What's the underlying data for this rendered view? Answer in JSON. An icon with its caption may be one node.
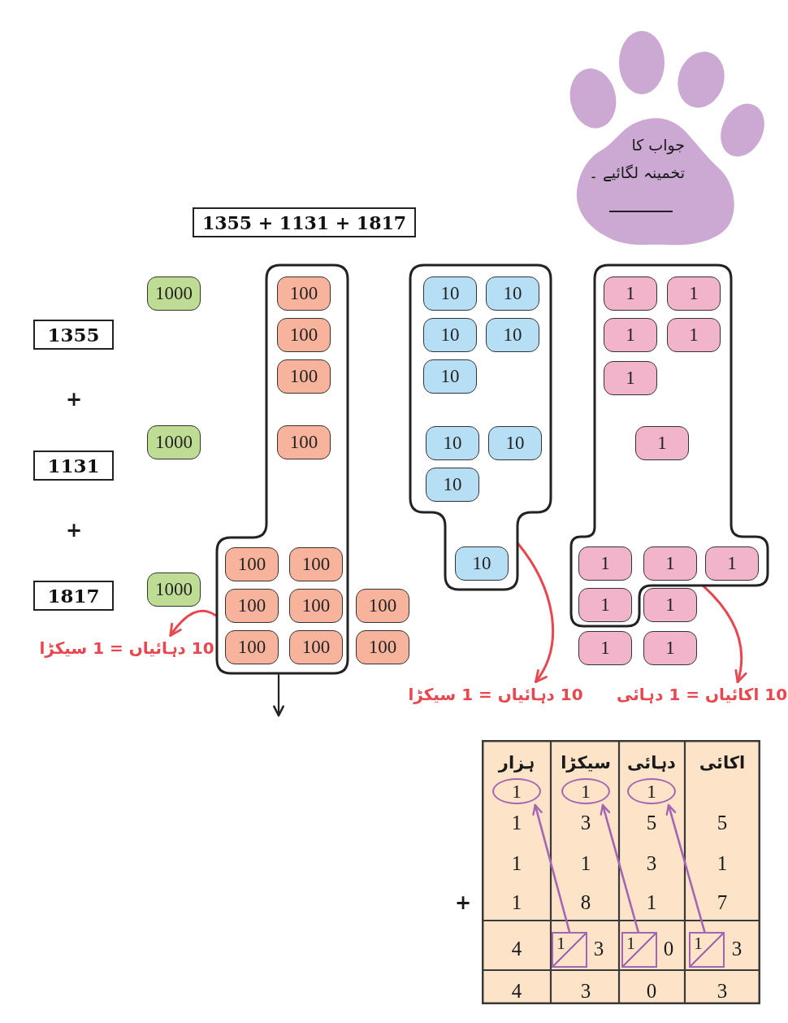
{
  "diagram": {
    "nodes": [
      {
        "text": [
          "جواب کا تخمینہ لگائیے ۔"
        ]
      },
      {
        "text": [
          "1355 + 1131 + 1817"
        ]
      },
      {
        "text": [
          "1355"
        ]
      },
      {
        "text": [
          "1131"
        ]
      },
      {
        "text": [
          "1817"
        ]
      },
      {
        "text": [
          "1000"
        ]
      },
      {
        "text": [
          "1000"
        ]
      },
      {
        "text": [
          "1000"
        ]
      },
      {
        "text": [],
        "shape": "box"
      },
      {
        "text": [
          "100"
        ],
        "in": 8
      },
      {
        "text": [
          "100"
        ],
        "in": 8
      },
      {
        "text": [
          "100"
        ],
        "in": 8
      },
      {
        "text": [
          "100"
        ],
        "in": 8
      },
      {
        "text": [
          "100"
        ],
        "in": 8
      },
      {
        "text": [
          "100"
        ],
        "in": 8
      },
      {
        "text": [
          "100"
        ],
        "in": 8
      },
      {
        "text": [
          "100"
        ],
        "in": 8
      },
      {
        "text": [
          "100"
        ],
        "in": 8
      },
      {
        "text": [
          "100"
        ],
        "in": 8
      },
      {
        "text": [
          "100"
        ]
      },
      {
        "text": [
          "100"
        ]
      },
      {
        "text": [],
        "shape": "box"
      },
      {
        "text": [
          "10"
        ],
        "in": 21
      },
      {
        "text": [
          "10"
        ],
        "in": 21
      },
      {
        "text": [
          "10"
        ],
        "in": 21
      },
      {
        "text": [
          "10"
        ],
        "in": 21
      },
      {
        "text": [
          "10"
        ],
        "in": 21
      },
      {
        "text": [
          "10"
        ],
        "in": 21
      },
      {
        "text": [
          "10"
        ],
        "in": 21
      },
      {
        "text": [
          "10"
        ],
        "in": 21
      },
      {
        "text": [
          "10"
        ],
        "in": 21
      },
      {
        "text": [],
        "shape": "box"
      },
      {
        "text": [
          "1"
        ],
        "in": 31
      },
      {
        "text": [
          "1"
        ],
        "in": 31
      },
      {
        "text": [
          "1"
        ],
        "in": 31
      },
      {
        "text": [
          "1"
        ],
        "in": 31
      },
      {
        "text": [
          "1"
        ],
        "in": 31
      },
      {
        "text": [
          "1"
        ],
        "in": 31
      },
      {
        "text": [
          "1"
        ],
        "in": 31
      },
      {
        "text": [
          "1"
        ],
        "in": 31
      },
      {
        "text": [
          "1"
        ],
        "in": 31
      },
      {
        "text": [
          "1"
        ],
        "in": 31
      },
      {
        "text": [
          "1"
        ]
      },
      {
        "text": [
          "1"
        ]
      },
      {
        "text": [
          "1"
        ]
      },
      {
        "text": [
          "10 دہائیاں = 1 سیکڑا"
        ]
      },
      {
        "text": [
          "10 دہائیاں = 1 سیکڑا"
        ]
      },
      {
        "text": [
          "10 اکائیاں = 1 دہائی"
        ]
      },
      {
        "text": [
          "1"
        ]
      },
      {
        "text": [
          "1"
        ]
      },
      {
        "text": [
          "1"
        ]
      },
      {
        "text": [
          "1"
        ]
      },
      {
        "text": [
          "1"
        ]
      },
      {
        "text": [
          "1"
        ]
      }
    ],
    "edges": [
      {
        "from": 8,
        "to": 45,
        "arrow": "to",
        "color": "#e8474f"
      },
      {
        "from": 21,
        "to": 46,
        "arrow": "to",
        "color": "#e8474f"
      },
      {
        "from": 31,
        "to": 47,
        "arrow": "to",
        "color": "#e8474f"
      },
      {
        "from": 8,
        "to": null,
        "arrow": "to",
        "color": "#222222"
      },
      {
        "from": 51,
        "to": 48,
        "arrow": "to",
        "color": "#a466b4"
      },
      {
        "from": 52,
        "to": 49,
        "arrow": "to",
        "color": "#a466b4"
      },
      {
        "from": 53,
        "to": 50,
        "arrow": "to",
        "color": "#a466b4"
      }
    ],
    "labels": [
      "+",
      "+",
      "ہزار",
      "سیکڑا",
      "دہائی",
      "اکائی",
      "1",
      "3",
      "5",
      "5",
      "1",
      "1",
      "3",
      "1",
      "+",
      "1",
      "8",
      "1",
      "7",
      "4",
      "3",
      "0",
      "3",
      "4",
      "3",
      "0",
      "3"
    ]
  }
}
